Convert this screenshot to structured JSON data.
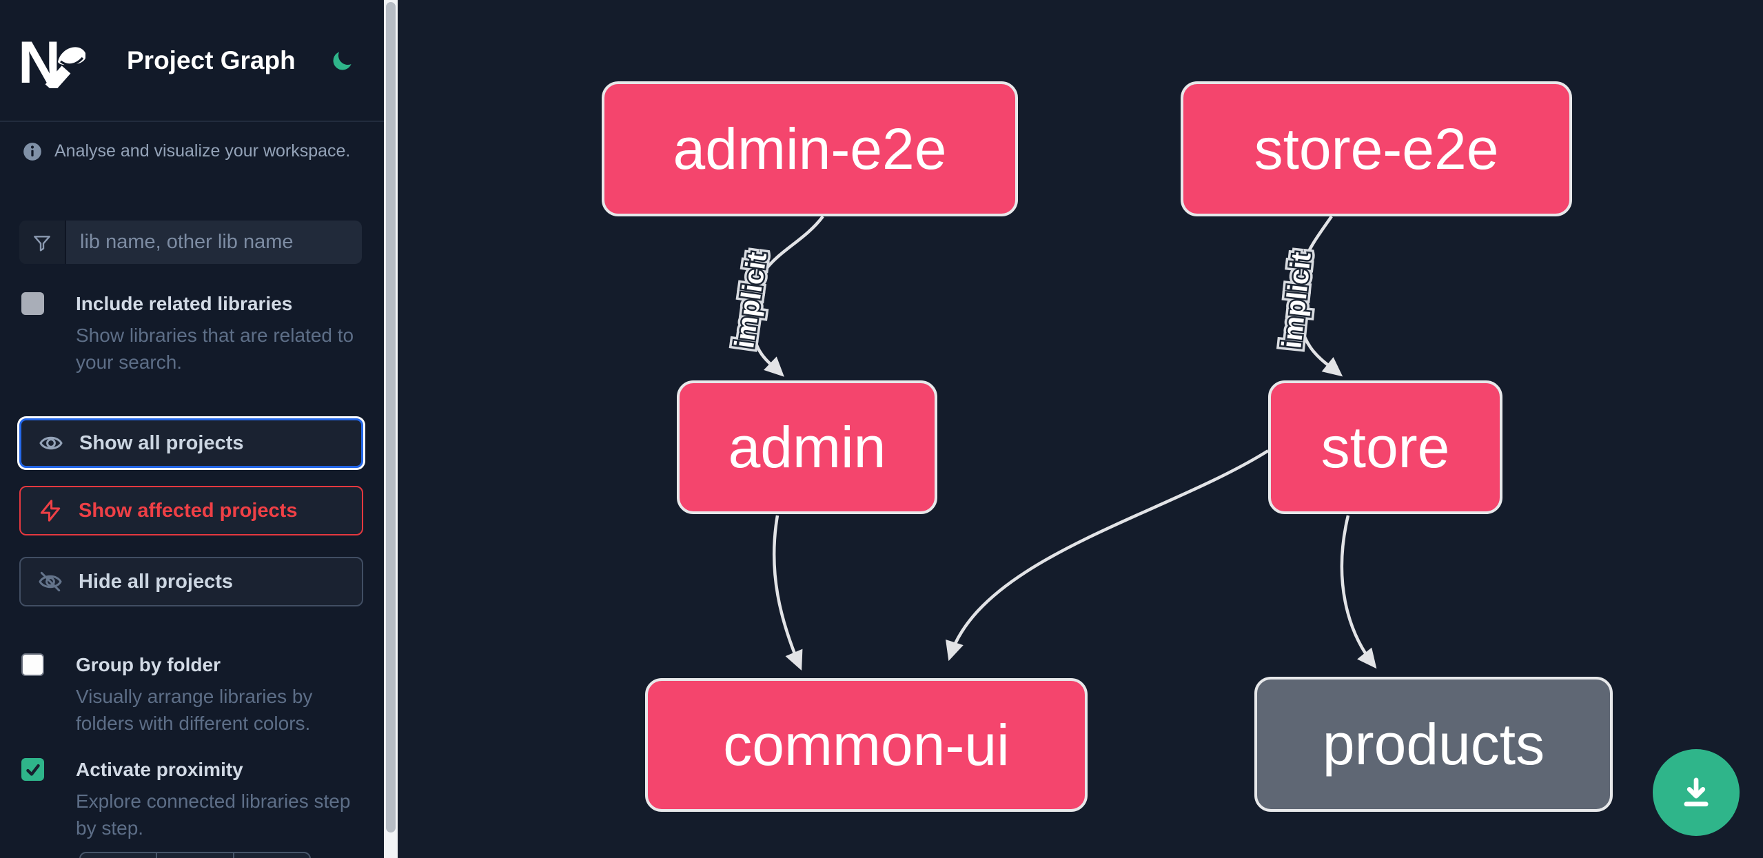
{
  "header": {
    "title": "Project Graph",
    "logo": "nx-logo",
    "theme_icon": "moon-icon",
    "theme_color": "#2fb58a"
  },
  "sidebar": {
    "tagline": "Analyse and visualize your workspace.",
    "search": {
      "placeholder": "lib name, other lib name",
      "icon": "funnel-icon",
      "value": ""
    },
    "toggles": [
      {
        "label": "Include related libraries",
        "description": "Show libraries that are related to your search.",
        "checked": false
      },
      {
        "label": "Group by folder",
        "description": "Visually arrange libraries by folders with different colors.",
        "checked": false
      },
      {
        "label": "Activate proximity",
        "description": "Explore connected libraries step by step.",
        "checked": true
      }
    ],
    "buttons": [
      {
        "label": "Show all projects",
        "icon": "eye-icon",
        "accent": "#2467e8",
        "focused": true
      },
      {
        "label": "Show affected projects",
        "icon": "bolt-icon",
        "accent": "#ef4046",
        "focused": false
      },
      {
        "label": "Hide all projects",
        "icon": "eye-slash-icon",
        "accent": "#414e63",
        "focused": false
      }
    ]
  },
  "graph": {
    "node_colors": {
      "project": "#f4456d",
      "unfocused": "#5f6774",
      "border": "#e7e8ea"
    },
    "edge_color": "#e2e3e6",
    "nodes": [
      {
        "id": "admin-e2e",
        "label": "admin-e2e",
        "type": "project"
      },
      {
        "id": "store-e2e",
        "label": "store-e2e",
        "type": "project"
      },
      {
        "id": "admin",
        "label": "admin",
        "type": "project"
      },
      {
        "id": "store",
        "label": "store",
        "type": "project"
      },
      {
        "id": "common-ui",
        "label": "common-ui",
        "type": "project"
      },
      {
        "id": "products",
        "label": "products",
        "type": "unfocused"
      }
    ],
    "edges": [
      {
        "source": "admin-e2e",
        "target": "admin",
        "label": "implicit"
      },
      {
        "source": "store-e2e",
        "target": "store",
        "label": "implicit"
      },
      {
        "source": "admin",
        "target": "common-ui",
        "label": ""
      },
      {
        "source": "store",
        "target": "common-ui",
        "label": ""
      },
      {
        "source": "store",
        "target": "products",
        "label": ""
      }
    ]
  },
  "fab": {
    "icon": "download-icon",
    "color": "#2fb58a"
  }
}
